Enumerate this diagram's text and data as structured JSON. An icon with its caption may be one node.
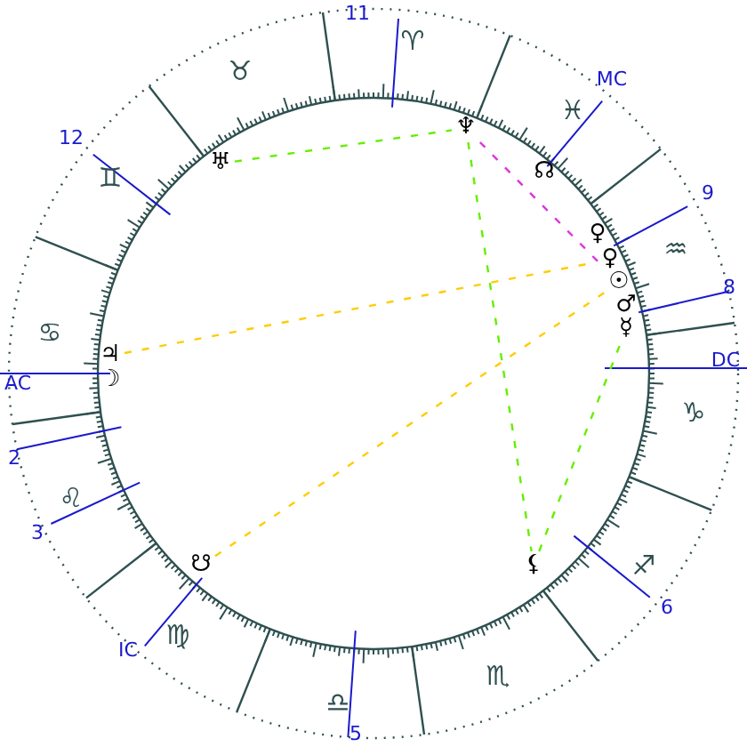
{
  "diagram": {
    "nodes": [
      {
        "text": [
          "♅"
        ]
      },
      {
        "text": [
          "♆"
        ]
      },
      {
        "text": [
          "☊"
        ]
      },
      {
        "text": [
          "♀"
        ]
      },
      {
        "text": [
          "♀"
        ]
      },
      {
        "text": [
          "☉"
        ]
      },
      {
        "text": [
          "♂"
        ]
      },
      {
        "text": [
          "☿"
        ]
      },
      {
        "text": [
          "♃"
        ]
      },
      {
        "text": [
          "☽"
        ]
      },
      {
        "text": [
          "☋"
        ]
      },
      {
        "text": [
          "⚸"
        ]
      }
    ],
    "edges": [
      {
        "from": 0,
        "to": 1,
        "arrow": "none",
        "style": "dashed",
        "color": "#66ee00"
      },
      {
        "from": 1,
        "to": 5,
        "arrow": "none",
        "style": "dashed",
        "color": "#dd33dd"
      },
      {
        "from": 1,
        "to": 11,
        "arrow": "none",
        "style": "dashed",
        "color": "#66ee00"
      },
      {
        "from": 8,
        "to": 4,
        "arrow": "none",
        "style": "dashed",
        "color": "#ffcc00"
      },
      {
        "from": 10,
        "to": 5,
        "arrow": "none",
        "style": "dashed",
        "color": "#ffcc00"
      },
      {
        "from": 11,
        "to": 7,
        "arrow": "none",
        "style": "dashed",
        "color": "#66ee00"
      }
    ],
    "labels": [
      "11",
      "♈",
      "♉",
      "MC",
      "♓",
      "12",
      "♊",
      "9",
      "♒",
      "8",
      "♋",
      "DC",
      "AC",
      "♑",
      "2",
      "♌",
      "3",
      "♐",
      "6",
      "♍",
      "IC",
      "♏",
      "♎",
      "5"
    ]
  }
}
